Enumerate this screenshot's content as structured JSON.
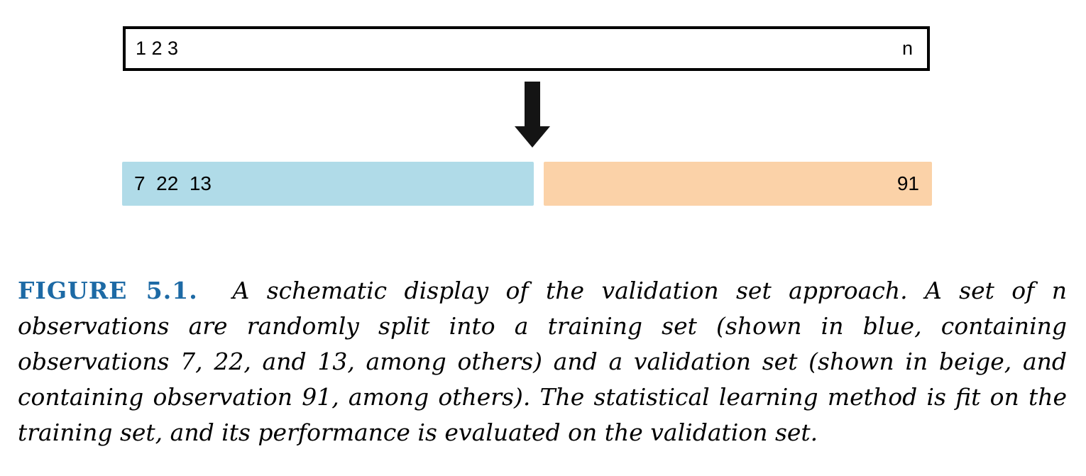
{
  "diagram": {
    "full_set": {
      "left_label": "1 2 3",
      "right_label": "n"
    },
    "training_set": {
      "label": "7  22  13",
      "color": "#b0dbe8"
    },
    "validation_set": {
      "label": "91",
      "color": "#fbd2a8"
    },
    "arrow_color": "#141414"
  },
  "caption": {
    "label": "FIGURE 5.1.",
    "label_color": "#1d6aa5",
    "text": "A schematic display of the validation set approach. A set of n observations are randomly split into a training set (shown in blue, containing observations 7, 22, and 13, among others) and a validation set (shown in beige, and containing observation 91, among others). The statistical learning method is fit on the training set, and its performance is evaluated on the validation set."
  }
}
